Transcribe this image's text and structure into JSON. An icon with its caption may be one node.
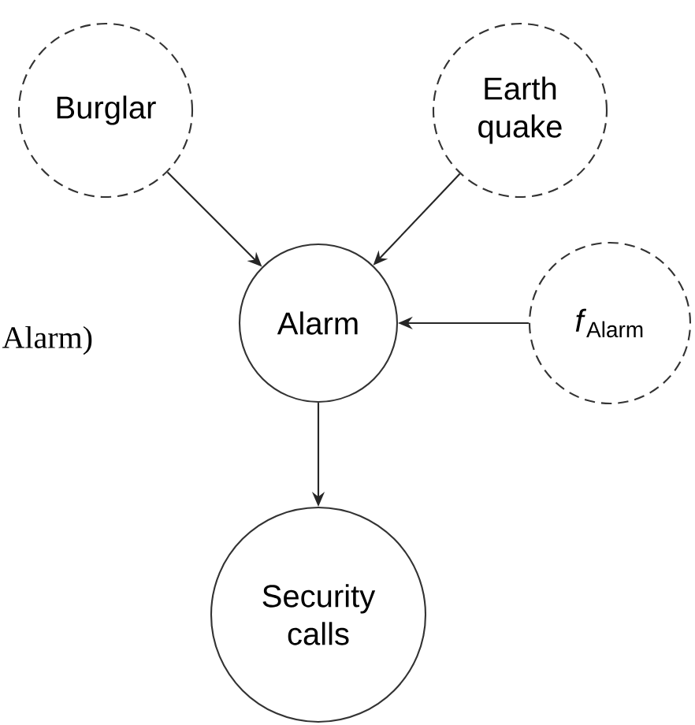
{
  "diagram": {
    "nodes": [
      {
        "text": [
          "Burglar"
        ]
      },
      {
        "text": [
          "Earth quake"
        ]
      },
      {
        "text": [
          "Alarm"
        ]
      },
      {
        "text": [
          "*f*$_{Alarm}$"
        ]
      },
      {
        "text": [
          "Security calls"
        ]
      }
    ],
    "edges": [
      {
        "from": 0,
        "to": 2,
        "arrow": "to"
      },
      {
        "from": 1,
        "to": 2,
        "arrow": "to"
      },
      {
        "from": 3,
        "to": 2,
        "arrow": "to"
      },
      {
        "from": 2,
        "to": 4,
        "arrow": "to"
      }
    ],
    "labels": [
      "Alarm)"
    ]
  }
}
